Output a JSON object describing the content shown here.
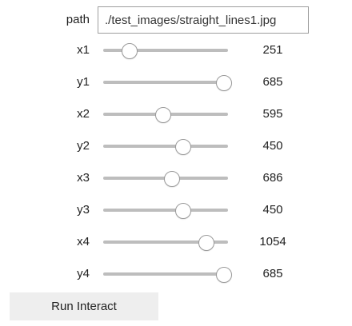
{
  "path": {
    "label": "path",
    "value": "./test_images/straight_lines1.jpg"
  },
  "sliders": [
    {
      "label": "x1",
      "value": "251",
      "fraction": 0.21
    },
    {
      "label": "y1",
      "value": "685",
      "fraction": 0.97
    },
    {
      "label": "x2",
      "value": "595",
      "fraction": 0.48
    },
    {
      "label": "y2",
      "value": "450",
      "fraction": 0.64
    },
    {
      "label": "x3",
      "value": "686",
      "fraction": 0.55
    },
    {
      "label": "y3",
      "value": "450",
      "fraction": 0.64
    },
    {
      "label": "x4",
      "value": "1054",
      "fraction": 0.83
    },
    {
      "label": "y4",
      "value": "685",
      "fraction": 0.97
    }
  ],
  "run_button_label": "Run Interact"
}
